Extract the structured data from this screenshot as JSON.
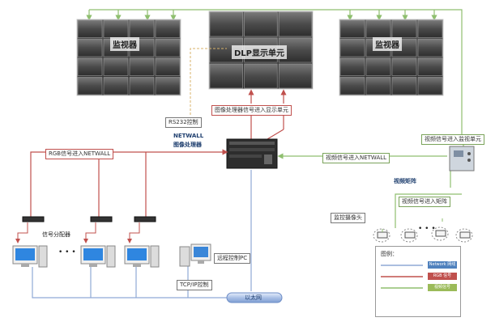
{
  "walls": {
    "left_label": "监视器",
    "center_label": "DLP显示单元",
    "right_label": "监视器"
  },
  "labels": {
    "rs232": "RS232控制",
    "image_to_display": "图像处理器信号进入显示单元",
    "netwall_name": "NETWALL",
    "netwall_sub": "图像处理器",
    "rgb_in": "RGB信号进入NETWALL",
    "video_in_netwall": "视频信号进入NETWALL",
    "video_in_matrix": "视频信号进入监视单元",
    "video_matrix": "视频矩阵",
    "video_in_matrix2": "视频信号进入矩阵",
    "camera": "监控摄像头",
    "splitter": "信号分配器",
    "remote_pc": "远程控制PC",
    "tcpip": "TCP/IP控制",
    "ethernet": "以太网",
    "dots_left": "• • •",
    "dots_right": "• • •"
  },
  "legend": {
    "title": "图例：",
    "items": [
      {
        "label": "Network 网线",
        "color": "#4f81bd"
      },
      {
        "label": "RGB 信号",
        "color": "#c0504d"
      },
      {
        "label": "视频信号",
        "color": "#9bbb59"
      }
    ]
  },
  "colors": {
    "rgb_line": "#c0504d",
    "video_line": "#8fbf6f",
    "network_line": "#8fa9d6",
    "rs232_line": "#d9b36b"
  }
}
